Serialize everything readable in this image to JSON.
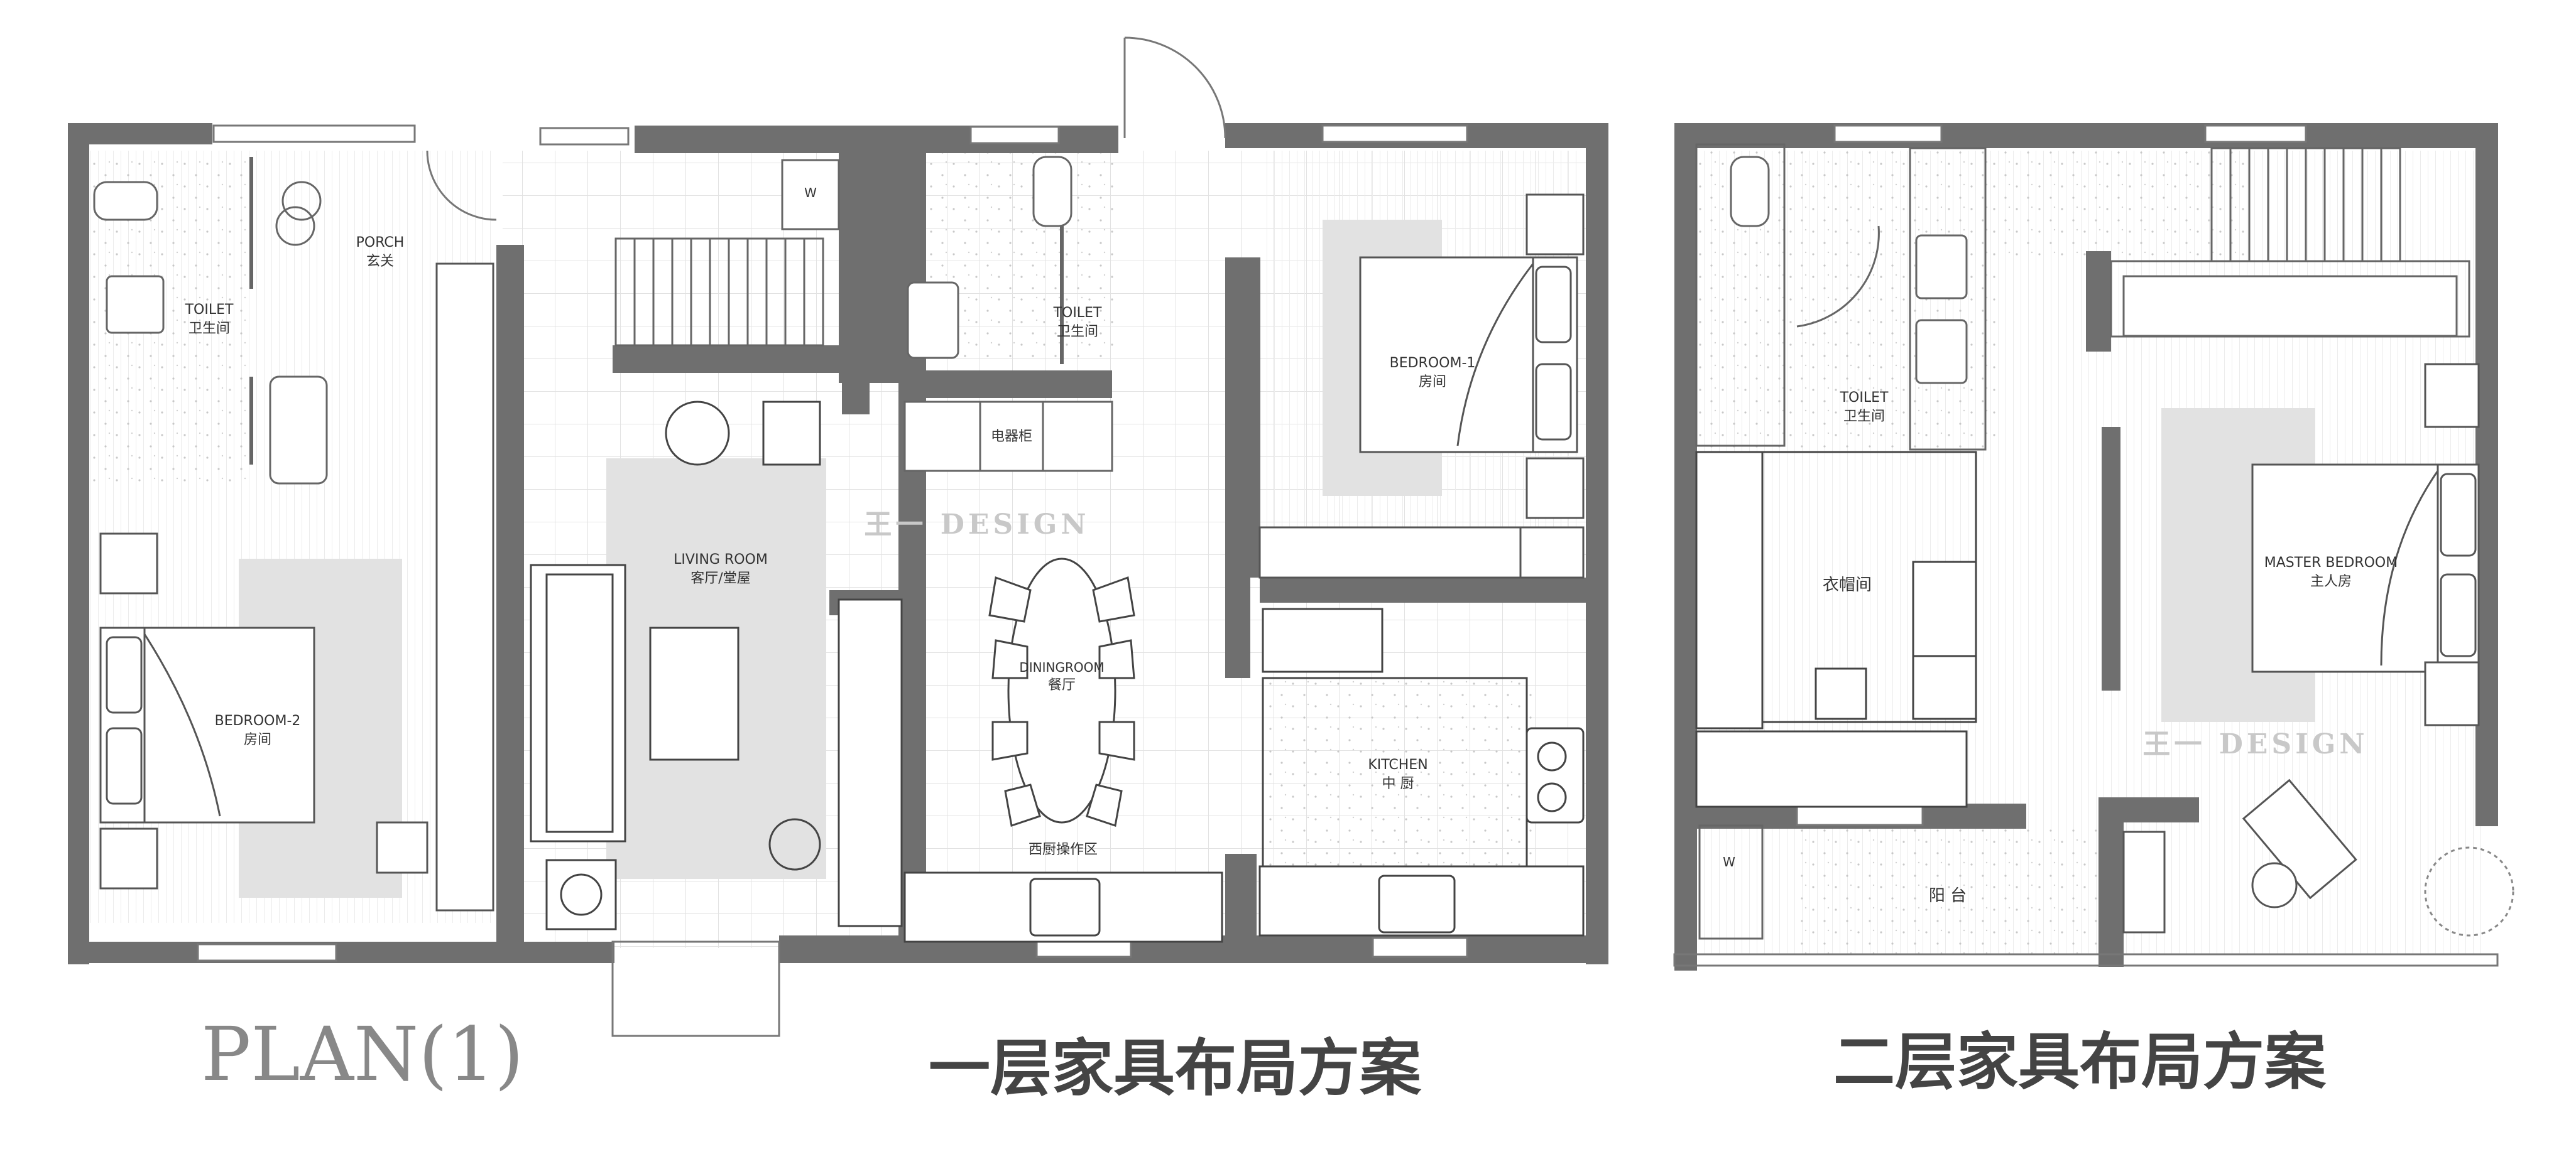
{
  "plan_title": "PLAN(1)",
  "floor1_caption": "一层家具布局方案",
  "floor2_caption": "二层家具布局方案",
  "watermark": "王一 DESIGN",
  "rooms": {
    "porch": {
      "en": "PORCH",
      "zh": "玄关"
    },
    "toilet_left": {
      "en": "TOILET",
      "zh": "卫生间"
    },
    "bedroom2": {
      "en": "BEDROOM-2",
      "zh": "房间"
    },
    "living": {
      "en": "LIVING ROOM",
      "zh": "客厅/堂屋"
    },
    "toilet_mid": {
      "en": "TOILET",
      "zh": "卫生间"
    },
    "appliance": {
      "zh": "电器柜"
    },
    "dining": {
      "en": "DININGROOM",
      "zh": "餐厅"
    },
    "western_kitchen": {
      "zh": "西厨操作区"
    },
    "bedroom1": {
      "en": "BEDROOM-1",
      "zh": "房间"
    },
    "kitchen": {
      "en": "KITCHEN",
      "zh": "中 厨"
    },
    "toilet_2f": {
      "en": "TOILET",
      "zh": "卫生间"
    },
    "cloakroom": {
      "zh": "衣帽间"
    },
    "master": {
      "en": "MASTER BEDROOM",
      "zh": "主人房"
    },
    "balcony": {
      "zh": "阳 台"
    }
  },
  "fixtures": {
    "washer": "W"
  },
  "colors": {
    "wall": "#6f6f6f",
    "rug": "#e2e2e2",
    "line": "#555555"
  }
}
